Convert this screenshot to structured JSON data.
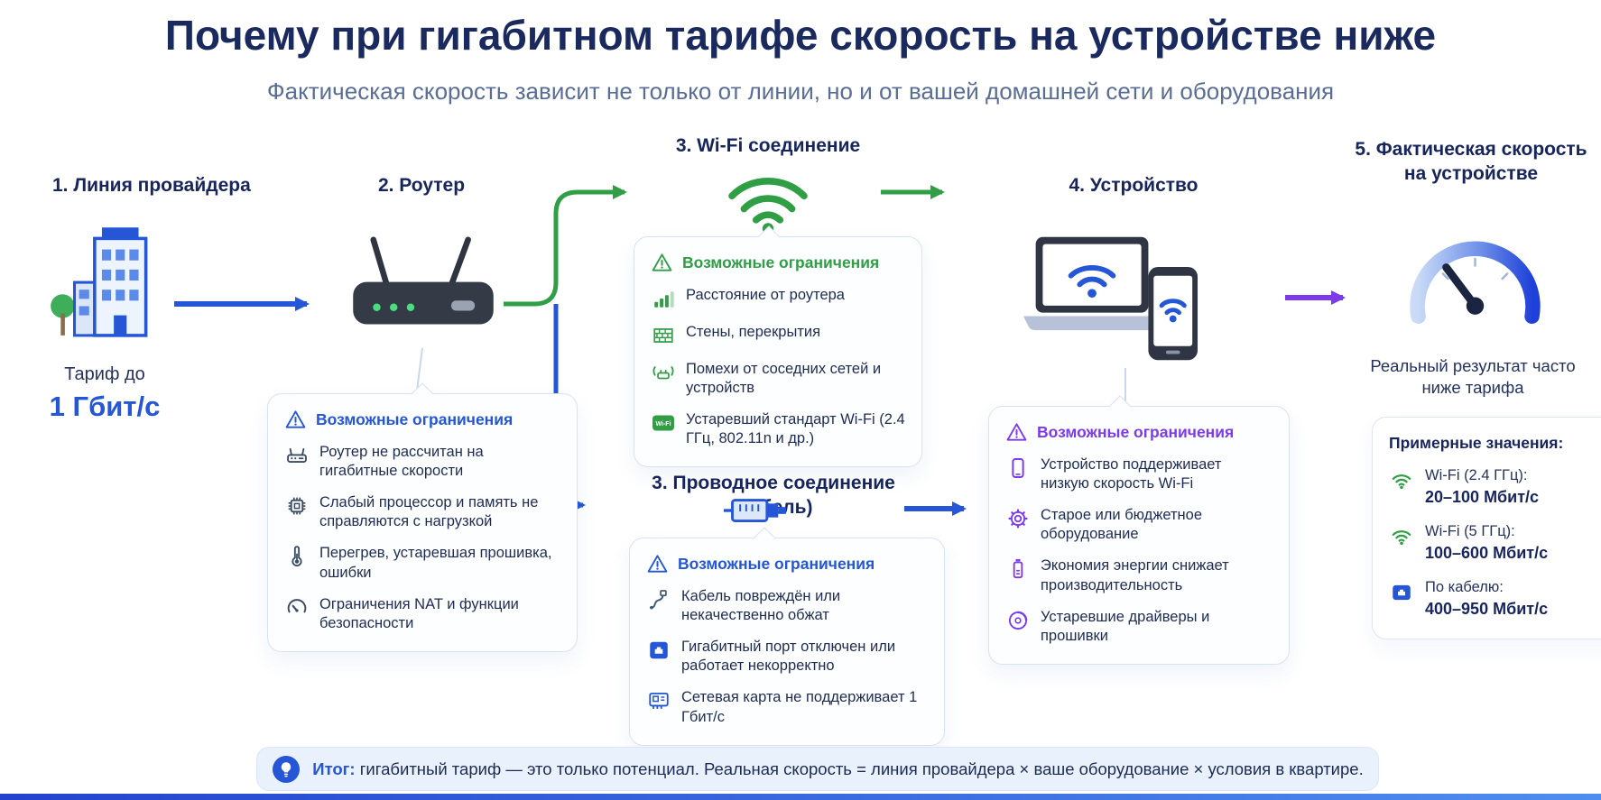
{
  "colors": {
    "navy": "#17255c",
    "blue": "#2456d6",
    "green": "#2f9e44",
    "purple": "#7c3aed",
    "subtitle_gray": "#5a6d94"
  },
  "title": "Почему при гигабитном тарифе скорость на устройстве ниже",
  "subtitle": "Фактическая скорость зависит не только от линии, но и от вашей домашней сети и оборудования",
  "stages": {
    "provider": {
      "label": "1. Линия провайдера",
      "tariff_prefix": "Тариф до",
      "tariff_value": "1 Гбит/с"
    },
    "router": {
      "label": "2. Роутер",
      "limitations_title": "Возможные ограничения",
      "items": [
        "Роутер не рассчитан на гигабитные скорости",
        "Слабый процессор и память не справляются с нагрузкой",
        "Перегрев, устаревшая прошивка, ошибки",
        "Ограничения NAT и функции безопасности"
      ]
    },
    "wifi": {
      "label": "3. Wi-Fi соединение",
      "limitations_title": "Возможные ограничения",
      "items": [
        "Расстояние от роутера",
        "Стены, перекрытия",
        "Помехи от соседних сетей и устройств",
        "Устаревший стандарт Wi-Fi (2.4 ГГц, 802.11n и др.)"
      ]
    },
    "wired": {
      "label": "3. Проводное соединение (кабель)",
      "limitations_title": "Возможные ограничения",
      "items": [
        "Кабель повреждён или некачественно обжат",
        "Гигабитный порт отключен или работает некорректно",
        "Сетевая карта не поддерживает 1 Гбит/с"
      ]
    },
    "device": {
      "label": "4. Устройство",
      "limitations_title": "Возможные ограничения",
      "items": [
        "Устройство поддерживает низкую скорость Wi-Fi",
        "Старое или бюджетное оборудование",
        "Экономия энергии снижает производительность",
        "Устаревшие драйверы и прошивки"
      ]
    },
    "result": {
      "label": "5. Фактическая скорость на устройстве",
      "caption": "Реальный результат часто ниже тарифа",
      "values_title": "Примерные значения:",
      "values": [
        {
          "name": "Wi-Fi (2.4 ГГц):",
          "range": "20–100 Мбит/с"
        },
        {
          "name": "Wi-Fi (5 ГГц):",
          "range": "100–600 Мбит/с"
        },
        {
          "name": "По кабелю:",
          "range": "400–950 Мбит/с"
        }
      ]
    }
  },
  "footer": {
    "label": "Итог:",
    "text": "гигабитный тариф — это только потенциал. Реальная скорость = линия провайдера × ваше оборудование × условия в квартире."
  },
  "icons": {
    "wifi_badge_label": "Wi-Fi",
    "warning": "triangle-exclamation",
    "building": "provider-building",
    "router": "wifi-router",
    "wifi": "wifi-signal",
    "cable": "ethernet-cable",
    "devices": "laptop-and-phone",
    "speedometer": "speed-gauge",
    "lightbulb": "lightbulb"
  }
}
